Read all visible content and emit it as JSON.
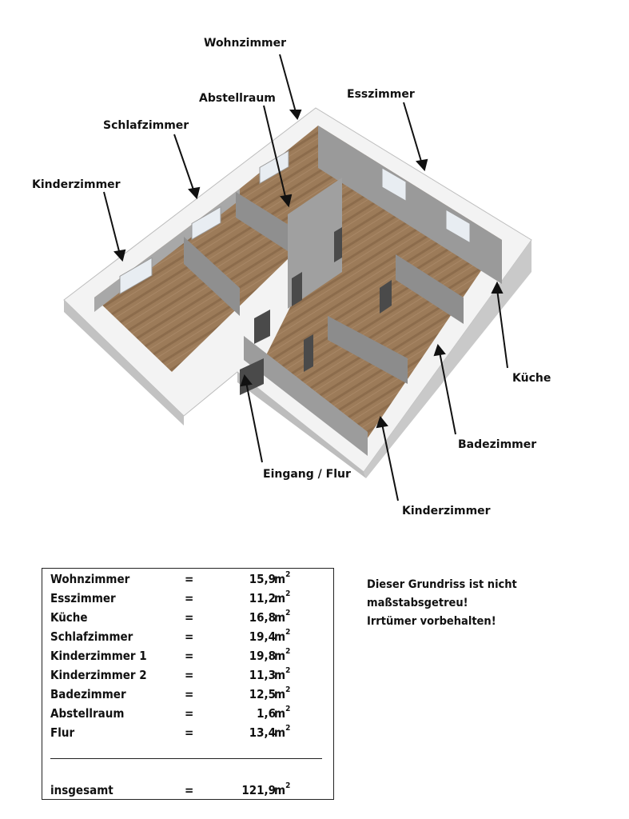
{
  "labels": {
    "wohnzimmer": "Wohnzimmer",
    "abstellraum": "Abstellraum",
    "esszimmer": "Esszimmer",
    "schlafzimmer": "Schlafzimmer",
    "kinderzimmer_top": "Kinderzimmer",
    "kueche": "Küche",
    "badezimmer": "Badezimmer",
    "eingang": "Eingang / Flur",
    "kinderzimmer_bottom": "Kinderzimmer"
  },
  "areas": {
    "rows": [
      {
        "name": "Wohnzimmer",
        "eq": "=",
        "value": "15,9",
        "unit": "m",
        "exp": "2"
      },
      {
        "name": "Esszimmer",
        "eq": "=",
        "value": "11,2",
        "unit": "m",
        "exp": "2"
      },
      {
        "name": "Küche",
        "eq": "=",
        "value": "16,8",
        "unit": "m",
        "exp": "2"
      },
      {
        "name": "Schlafzimmer",
        "eq": "=",
        "value": "19,4",
        "unit": "m",
        "exp": "2"
      },
      {
        "name": "Kinderzimmer 1",
        "eq": "=",
        "value": "19,8",
        "unit": "m",
        "exp": "2"
      },
      {
        "name": "Kinderzimmer 2",
        "eq": "=",
        "value": "11,3",
        "unit": "m",
        "exp": "2"
      },
      {
        "name": "Badezimmer",
        "eq": "=",
        "value": "12,5",
        "unit": "m",
        "exp": "2"
      },
      {
        "name": "Abstellraum",
        "eq": "=",
        "value": "1,6",
        "unit": "m",
        "exp": "2"
      },
      {
        "name": "Flur",
        "eq": "=",
        "value": "13,4",
        "unit": "m",
        "exp": "2"
      }
    ],
    "total": {
      "name": "insgesamt",
      "eq": "=",
      "value": "121,9",
      "unit": "m",
      "exp": "2"
    }
  },
  "note": {
    "line1": "Dieser Grundriss ist nicht",
    "line2": "maßstabsgetreu!",
    "line3": "Irrtümer vorbehalten!"
  },
  "colors": {
    "floor_wood": "#9a7a58",
    "wall_top": "#f2f2f2",
    "wall_side": "#b8b8b8",
    "wall_inner": "#8e8e8e"
  }
}
